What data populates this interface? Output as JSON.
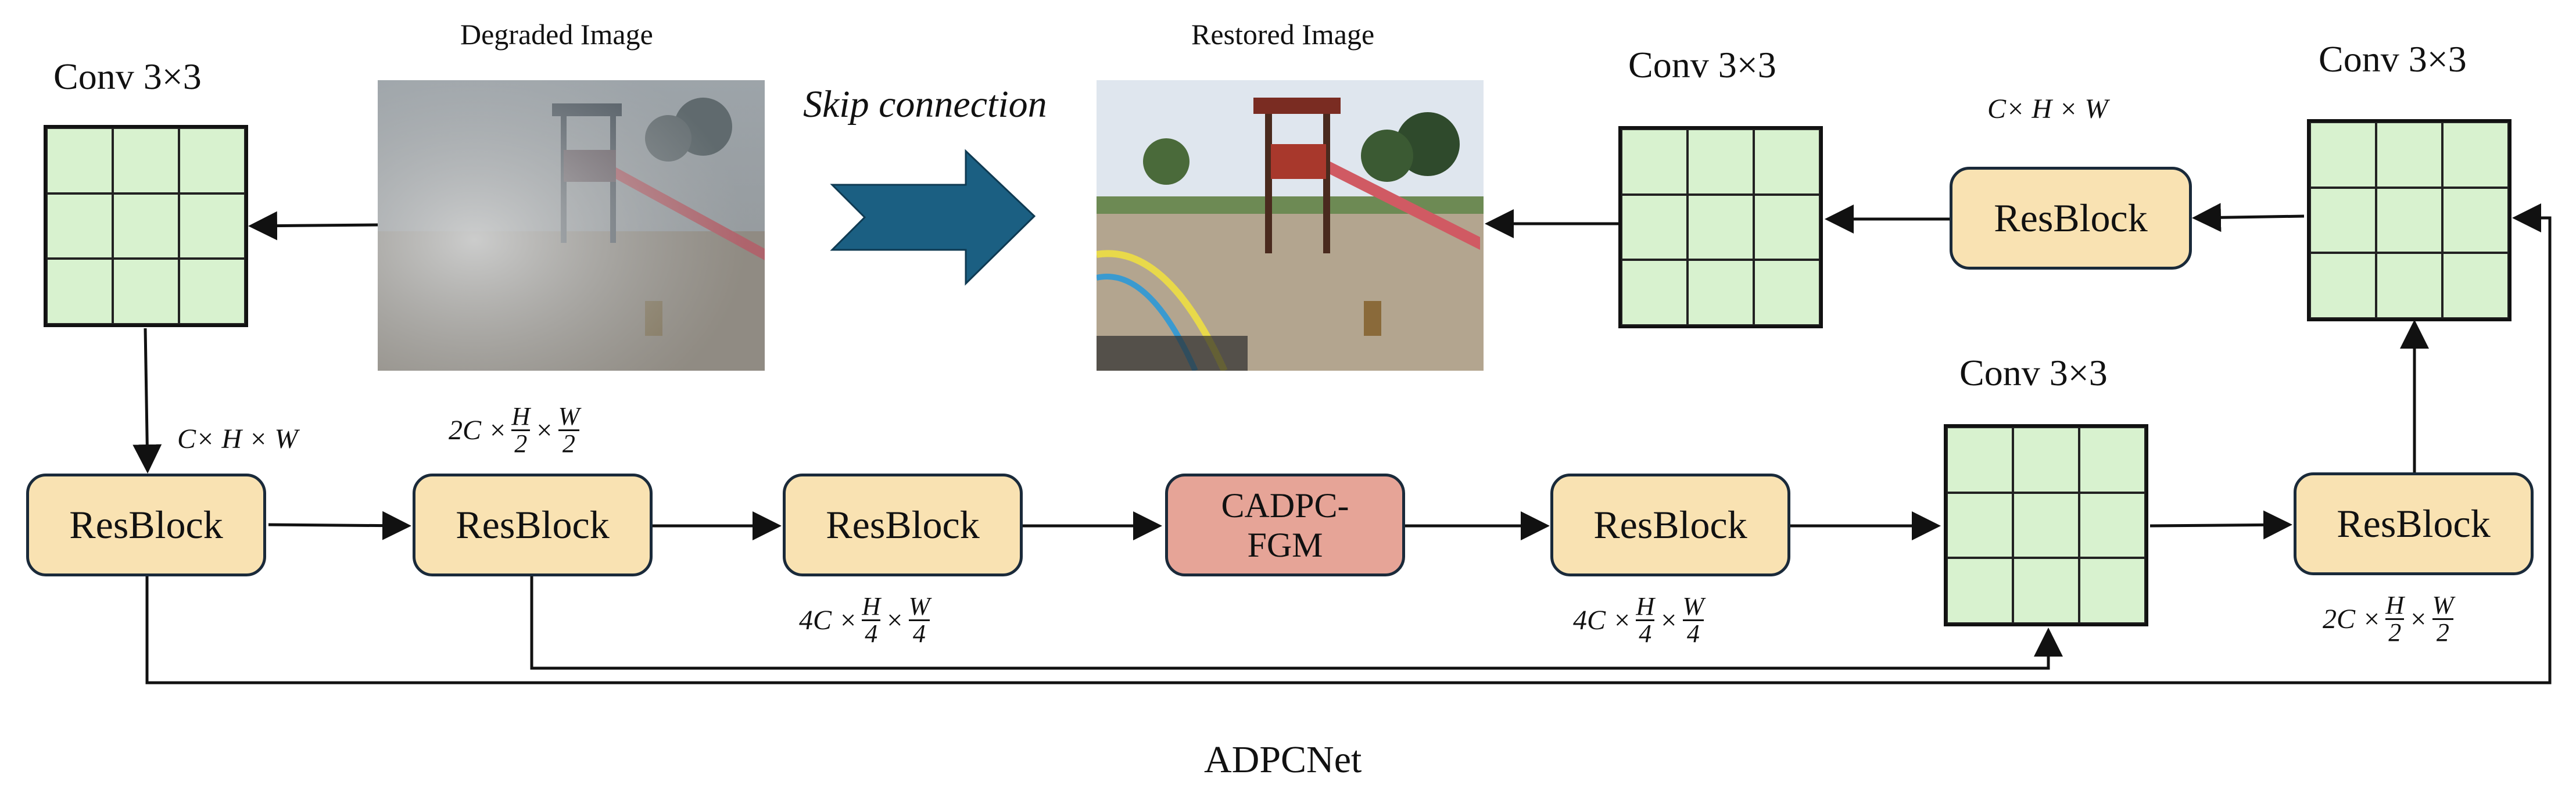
{
  "caption": "ADPCNet",
  "skip_label": "Skip connection",
  "images": {
    "degraded_label": "Degraded Image",
    "restored_label": "Restored Image"
  },
  "conv_label": "Conv 3×3",
  "blocks": {
    "resblock": "ResBlock",
    "fgm_line1": "CADPC-",
    "fgm_line2": "FGM"
  },
  "dims": {
    "full": {
      "pre": "C× H × W"
    },
    "half": {
      "pre": "2C ×",
      "h_num": "H",
      "h_den": "2",
      "mid": "×",
      "w_num": "W",
      "w_den": "2"
    },
    "quarter": {
      "pre": "4C ×",
      "h_num": "H",
      "h_den": "4",
      "mid": "×",
      "w_num": "W",
      "w_den": "4"
    }
  },
  "colors": {
    "resblock_fill": "#f9e2b2",
    "fgm_fill": "#e6a497",
    "conv_fill": "#d8f2cf",
    "arrow_blue": "#1b5f82"
  }
}
